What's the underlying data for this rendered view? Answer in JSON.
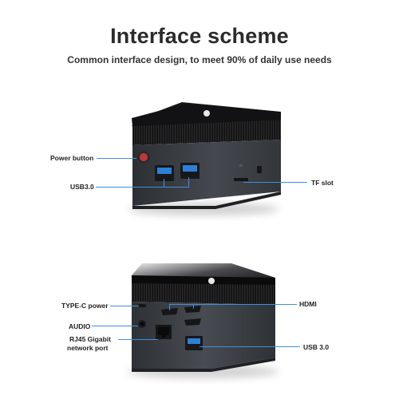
{
  "header": {
    "title": "Interface scheme",
    "subtitle": "Common interface design, to meet 90% of daily use needs"
  },
  "front_view": {
    "labels": {
      "power_button": "Power button",
      "usb30": "USB3.0",
      "tf_slot": "TF slot"
    }
  },
  "rear_view": {
    "labels": {
      "typec_power": "TYPE-C power",
      "audio": "AUDIO",
      "rj45_line1": "RJ45 Gigabit",
      "rj45_line2": "network port",
      "hdmi": "HDMI",
      "usb_30": "USB 3.0"
    }
  },
  "colors": {
    "callout_line": "#3f8fe0",
    "device_body": "#3a3d42",
    "device_top": "#0e0e10",
    "usb_blue": "#2f7fd6",
    "power_red": "#c0353b"
  }
}
